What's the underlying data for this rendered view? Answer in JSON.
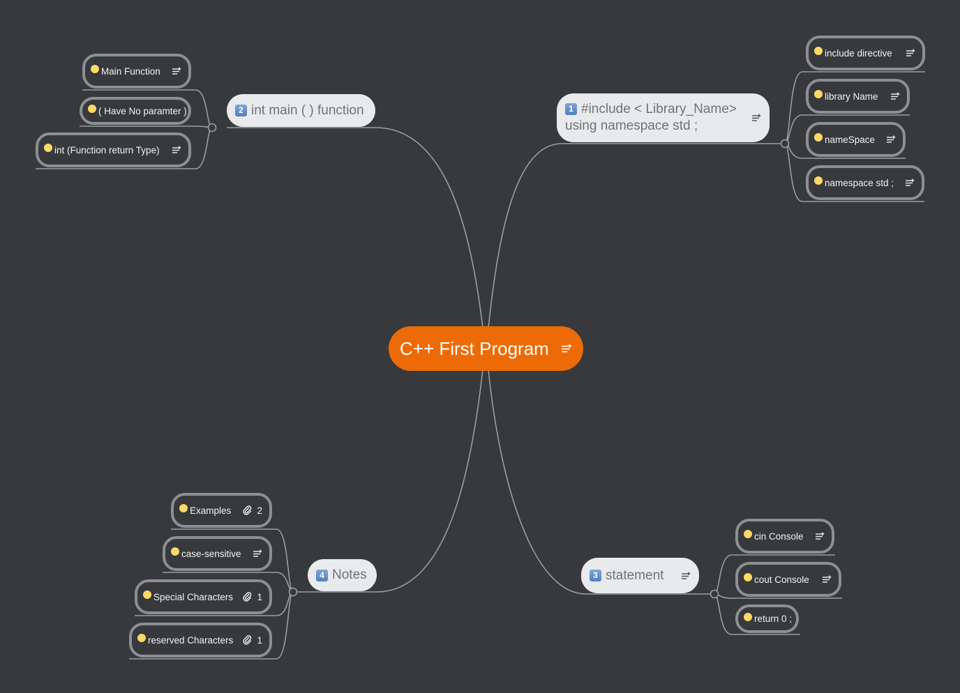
{
  "central": {
    "label": "C++ First Program",
    "icon": "notes-icon"
  },
  "topics": [
    {
      "id": "include",
      "badge": "1",
      "line1": "#include < Library_Name>",
      "line2": "using namespace std ;",
      "icon": "notes-icon",
      "children": [
        {
          "label": "include directive",
          "icon": "notes-icon"
        },
        {
          "label": "library Name",
          "icon": "notes-icon"
        },
        {
          "label": "nameSpace",
          "icon": "notes-icon"
        },
        {
          "label": "namespace std ;",
          "icon": "notes-icon"
        }
      ]
    },
    {
      "id": "main",
      "badge": "2",
      "line1": "int main ( ) function",
      "children": [
        {
          "label": "Main Function",
          "icon": "notes-icon"
        },
        {
          "label": "( Have No paramter )"
        },
        {
          "label": "int (Function return Type)",
          "icon": "notes-icon"
        }
      ]
    },
    {
      "id": "statement",
      "badge": "3",
      "line1": "statement",
      "icon": "notes-icon",
      "children": [
        {
          "label": "cin Console",
          "icon": "notes-icon"
        },
        {
          "label": "cout Console",
          "icon": "notes-icon"
        },
        {
          "label": "return 0 ;"
        }
      ]
    },
    {
      "id": "notes",
      "badge": "4",
      "line1": "Notes",
      "children": [
        {
          "label": "Examples",
          "attachments": "2"
        },
        {
          "label": "case-sensitive",
          "icon": "notes-icon"
        },
        {
          "label": "Special Characters",
          "attachments": "1"
        },
        {
          "label": "reserved Characters",
          "attachments": "1"
        }
      ]
    }
  ],
  "colors": {
    "background": "#37393d",
    "central": "#ec6b06",
    "topic": "#e9eaec",
    "line": "#9a9da1",
    "dot": "#ffd966"
  }
}
